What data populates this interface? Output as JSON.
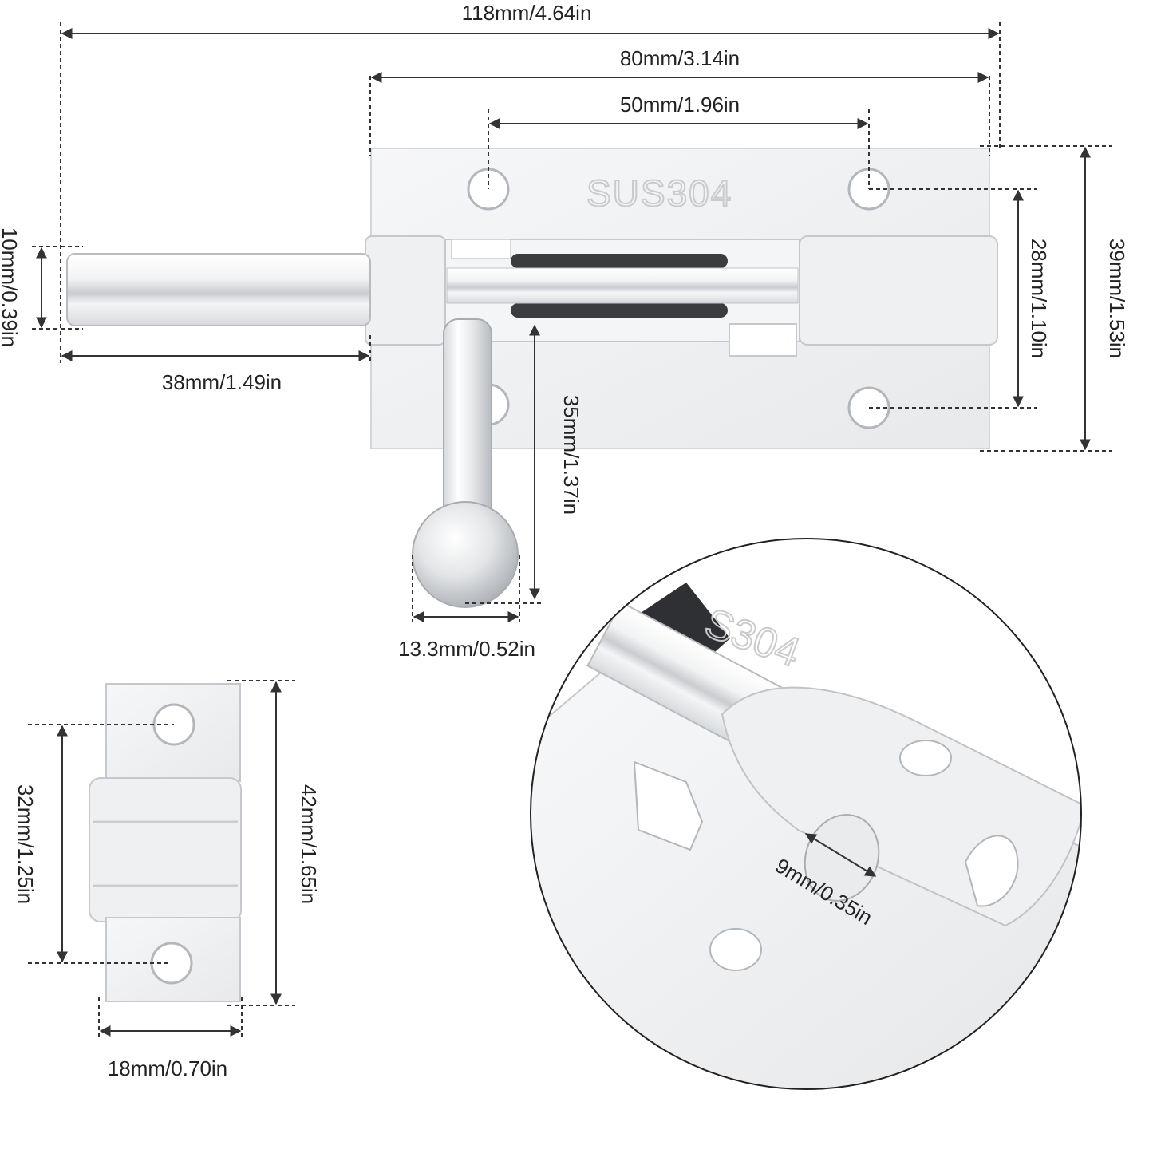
{
  "dimensions": {
    "overall_length": "118mm/4.64in",
    "plate_length": "80mm/3.14in",
    "hole_spacing": "50mm/1.96in",
    "bolt_diameter": "10mm/0.39in",
    "bolt_extension": "38mm/1.49in",
    "plate_hole_spacing": "28mm/1.10in",
    "plate_height": "39mm/1.53in",
    "handle_length": "35mm/1.37in",
    "knob_diameter": "13.3mm/0.52in",
    "keeper_hole_spacing": "32mm/1.25in",
    "keeper_height": "42mm/1.65in",
    "keeper_width": "18mm/0.70in",
    "slot_hole": "9mm/0.35in"
  },
  "engraving": {
    "main": "SUS304",
    "zoom": "S304"
  },
  "colors": {
    "steel_light": "#f3f4f5",
    "steel_mid": "#e2e4e6",
    "steel_shadow": "#b9bcc0",
    "line": "#333333"
  }
}
